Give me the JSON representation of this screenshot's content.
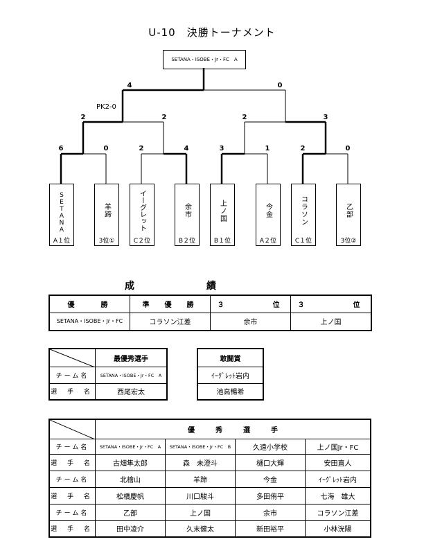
{
  "title": "U-10　決勝トーナメント",
  "champion": "SETANA・ISOBE・Jr・FC　A",
  "bracket": {
    "final_scores": [
      "4",
      "0"
    ],
    "semi_scores": [
      "2",
      "2",
      "2",
      "3"
    ],
    "first_scores": [
      "6",
      "0",
      "2",
      "4",
      "3",
      "1",
      "2",
      "0"
    ],
    "pk_note": "PK2-0",
    "teams": [
      {
        "name": "SETANA",
        "rank": "A１位"
      },
      {
        "name": "羊蹄",
        "rank": "3位①"
      },
      {
        "name": "イーグレット",
        "rank": "C２位"
      },
      {
        "name": "余市",
        "rank": "B２位"
      },
      {
        "name": "上ノ国",
        "rank": "B１位"
      },
      {
        "name": "今金",
        "rank": "A２位"
      },
      {
        "name": "コラソン",
        "rank": "C１位"
      },
      {
        "name": "乙部",
        "rank": "3位②"
      }
    ]
  },
  "results": {
    "heading_left": "成",
    "heading_right": "績",
    "headers": [
      "優　　勝",
      "準　優　勝",
      "３　　　　位",
      "３　　　　位"
    ],
    "values": [
      "SETANA・ISOBE・Jr・FC",
      "コラソン江差",
      "余市",
      "上ノ国"
    ]
  },
  "mvp": {
    "header": "最優秀選手",
    "team_label": "チーム名",
    "player_label": "選 手 名",
    "team": "SETANA・ISOBE・Jr・FC　A",
    "player": "西尾宏太"
  },
  "fighting": {
    "header": "敢闘賞",
    "team": "ｲｰｸﾞﾚｯﾄ岩内",
    "player": "池高暢希"
  },
  "excellent": {
    "header": "優　　　秀　　　選　　　手",
    "rows": [
      {
        "label": "チーム名",
        "cells": [
          "SETANA・ISOBE・Jr・FC　A",
          "SETANA・ISOBE・Jr・FC　B",
          "久遠小学校",
          "上ノ国Jr・FC"
        ]
      },
      {
        "label": "選 手 名",
        "cells": [
          "古畑隼太郎",
          "森　未澄斗",
          "樋口大輝",
          "安田直人"
        ]
      },
      {
        "label": "チーム名",
        "cells": [
          "北檜山",
          "羊蹄",
          "今金",
          "ｲｰｸﾞﾚｯﾄ岩内"
        ]
      },
      {
        "label": "選 手 名",
        "cells": [
          "松橋慶帆",
          "川口駿斗",
          "多田侑平",
          "七海　雄大"
        ]
      },
      {
        "label": "チーム名",
        "cells": [
          "乙部",
          "上ノ国",
          "余市",
          "コラソン江差"
        ]
      },
      {
        "label": "選 手 名",
        "cells": [
          "田中凌介",
          "久末健太",
          "新田裕平",
          "小林洸陽"
        ]
      }
    ]
  }
}
